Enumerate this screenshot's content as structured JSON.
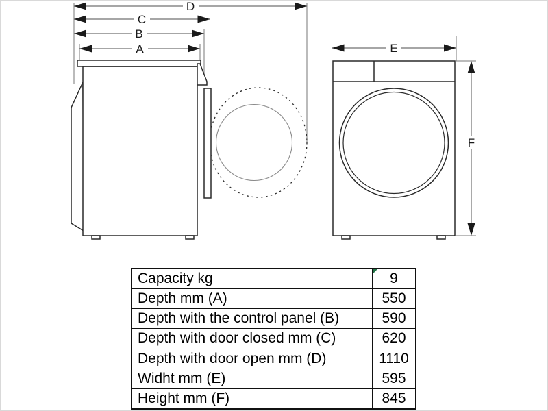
{
  "diagram": {
    "title": "washing-machine-dimension-drawing",
    "line_color": "#1a1a1a",
    "thin_line_color": "#666666",
    "flag_color": "#217346",
    "dimensions": {
      "A": "A",
      "B": "B",
      "C": "C",
      "D": "D",
      "E": "E",
      "F": "F"
    }
  },
  "table": {
    "rows": [
      {
        "label": "Capacity kg",
        "value": "9"
      },
      {
        "label": "Depth mm (A)",
        "value": "550"
      },
      {
        "label": "Depth with the control panel (B)",
        "value": "590"
      },
      {
        "label": "Depth with door closed mm (C)",
        "value": "620"
      },
      {
        "label": "Depth with door open mm (D)",
        "value": "1110"
      },
      {
        "label": "Widht mm (E)",
        "value": "595"
      },
      {
        "label": "Height mm (F)",
        "value": "845"
      }
    ]
  }
}
